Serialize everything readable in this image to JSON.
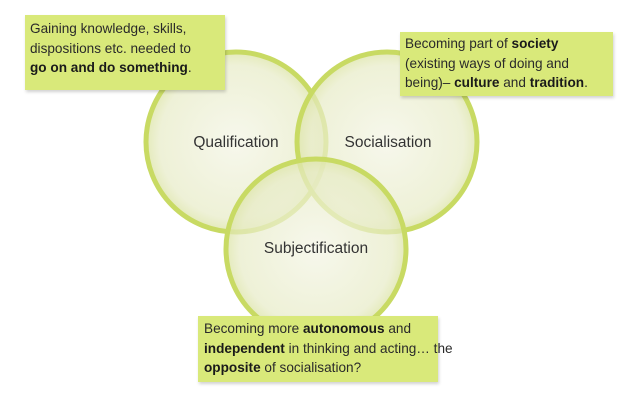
{
  "circles": [
    {
      "id": "qualification",
      "label": "Qualification"
    },
    {
      "id": "socialisation",
      "label": "Socialisation"
    },
    {
      "id": "subjectification",
      "label": "Subjectification"
    }
  ],
  "colors": {
    "note_fill": "#d9e97a",
    "circle_fill": "#e9eccb",
    "circle_stroke": "#c8da63"
  },
  "notes": {
    "qualification": {
      "line1": "Gaining knowledge, skills,",
      "line2": "dispositions etc. needed to",
      "line3_bold": "go on and do something",
      "line3_end": "."
    },
    "socialisation": {
      "line1_pre": "Becoming part of ",
      "line1_bold": "society",
      "line2": "(existing ways of doing and",
      "line3_pre": "being)– ",
      "line3_bold1": "culture",
      "line3_mid": " and ",
      "line3_bold2": "tradition",
      "line3_end": "."
    },
    "subjectification": {
      "line1_pre": "Becoming more ",
      "line1_bold": "autonomous",
      "line1_post": " and",
      "line2_bold": "independent",
      "line2_post": " in thinking and acting… the",
      "line3_bold": "opposite",
      "line3_post": " of socialisation?"
    }
  }
}
